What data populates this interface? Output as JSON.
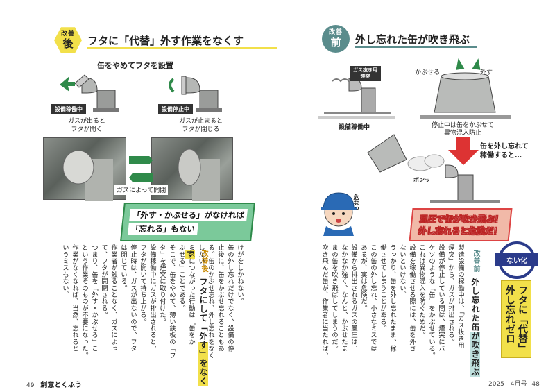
{
  "left": {
    "badge": {
      "small": "改善",
      "big": "後"
    },
    "title": "フタに「代替」外す作業をなくす",
    "subtitle": "缶をやめてフタを設置",
    "tag_running": "設備稼働中",
    "tag_stopped": "設備停止中",
    "caption_gas_open": [
      "ガスが出ると",
      "フタが開く"
    ],
    "caption_gas_close": [
      "ガスが止まると",
      "フタが閉じる"
    ],
    "photo_label": "ガスによって開閉",
    "callout": [
      "「外す・かぶせる」がなければ",
      "「忘れる」もない"
    ],
    "section_label": "改善後",
    "section_title": "フタにして「外す」をなくす",
    "body": [
      "けがをしかねない。",
      "缶の外し忘れだけでなく、設備の停",
      "止後に、缶をかぶせ忘れることもあ",
      "る。缶のかぶせ忘れ、外し忘れをなく",
      "したい。",
      "ミスにつながった行動は「缶をか",
      "ぶせる」ことである。",
      "そこで、缶をやめて、薄い鉄板の「フ",
      "タ」を煙突に取り付けた。",
      "設備稼働中にガスが排出されると、",
      "フタが開いて持ち上がる。",
      "停止時は、ガスが出ないので、フタ",
      "は閉じている。",
      "作業者が触ることなく、ガスによっ",
      "て、フタが開閉される。",
      "つまり、缶を「外す・かぶせる」こ",
      "という作業そのものが不要になった。",
      "作業がなくなれば、当然、忘れると",
      "いうミスもない。"
    ],
    "footer": {
      "page": "49",
      "brand": "創意とくふう"
    }
  },
  "right": {
    "badge": {
      "small": "改善",
      "big": "前"
    },
    "title": "外し忘れた缶が吹き飛ぶ",
    "label_gas_chimney": [
      "ガス抜き用",
      "煙突"
    ],
    "tag_running": "設備稼働中",
    "label_cover": "かぶせる",
    "label_remove": "外す",
    "caption_stop": [
      "停止中は缶をかぶせて",
      "異物混入防止"
    ],
    "label_forgot": [
      "缶を外し忘れて",
      "稼働すると…"
    ],
    "label_ponn": "ポンッ",
    "label_danger": "危なっ",
    "callout": [
      "風圧で缶が吹き飛ぶ！",
      "外し忘れると危険だ！"
    ],
    "nai_ka": "ない化",
    "nai_title": [
      "フタに「代替」",
      "外し忘れゼロ"
    ],
    "section_label": "改善前",
    "section_title": "外し忘れた缶が吹き飛ぶ",
    "body": [
      "製造設備の稼働中は、「ガス抜き用",
      "煙突」から、ガスが排出される。",
      "設備が停止している間は、煙突にバ",
      "ケツのような「缶」をかぶせている。",
      "これは異物混入を防ぐためだ。",
      "設備を稼働させる際には、缶を外さ",
      "ないといけない。",
      "うっかり、缶を外し忘れたまま、稼",
      "働させてしまうことがある。",
      "この缶の外し忘れ、小さなミスでは",
      "あるが、実は危険だ。",
      "設備から排出されるガスの風圧は、",
      "なかなか強く、なんと、かぶせたま",
      "まの缶を吹き飛ばしてしまうのだ。",
      "吹き飛んだ缶が、作業者に当たれば、"
    ],
    "footer": {
      "year": "2025",
      "month": "4月号",
      "page": "48"
    }
  },
  "colors": {
    "yellow": "#f2e04a",
    "teal": "#5a8c8c",
    "green": "#2f8a4a",
    "red": "#d33",
    "navy": "#2b3b8a"
  }
}
